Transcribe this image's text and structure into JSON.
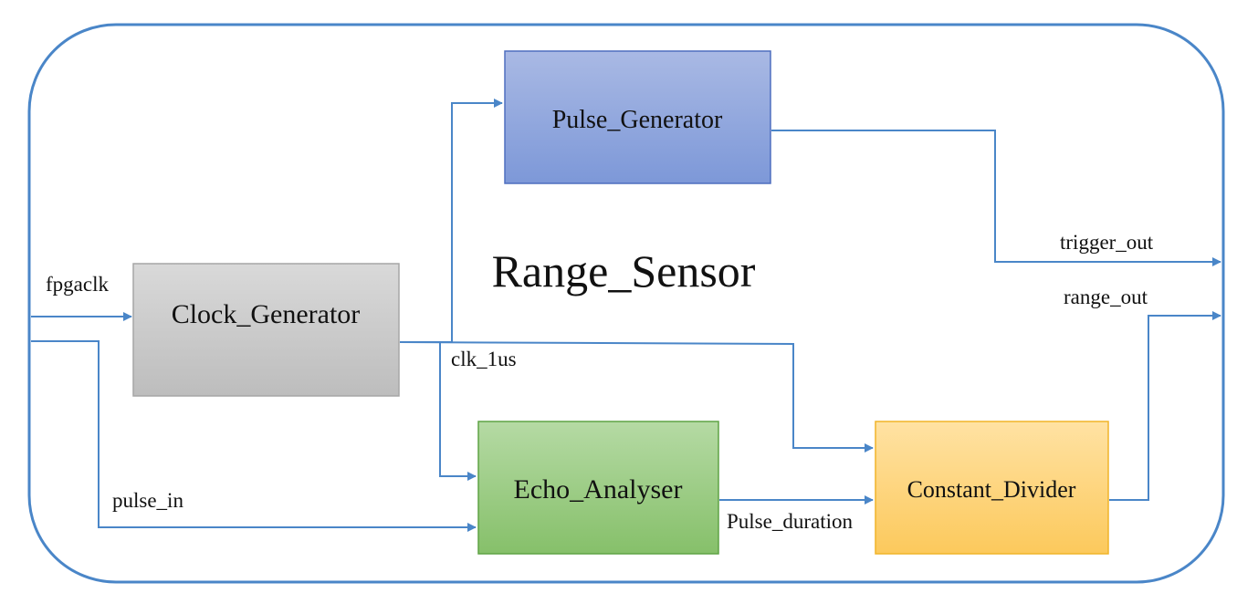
{
  "diagram": {
    "title": "Range_Sensor",
    "blocks": {
      "clock_generator": "Clock_Generator",
      "pulse_generator": "Pulse_Generator",
      "echo_analyser": "Echo_Analyser",
      "constant_divider": "Constant_Divider"
    },
    "signals": {
      "fpgaclk": "fpgaclk",
      "pulse_in": "pulse_in",
      "clk_1us": "clk_1us",
      "pulse_duration": "Pulse_duration",
      "trigger_out": "trigger_out",
      "range_out": "range_out"
    },
    "colors": {
      "border": "#4a86c8",
      "wire": "#4a86c8",
      "clock_generator": "#c8c8c8",
      "pulse_generator": "#8ea4dc",
      "echo_analyser": "#9ccd86",
      "constant_divider": "#fdd57e"
    }
  }
}
